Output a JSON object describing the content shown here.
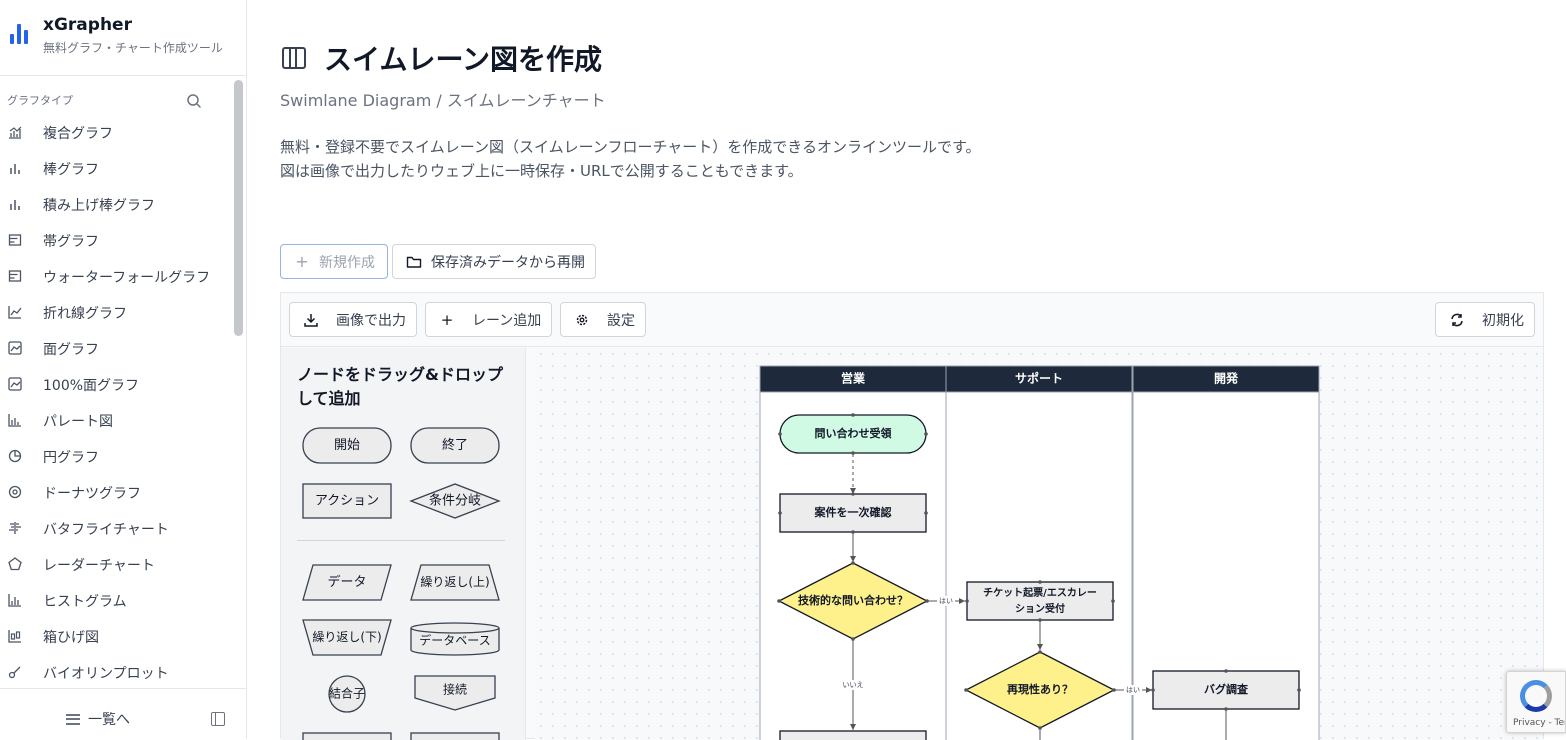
{
  "brand": {
    "title": "xGrapher",
    "subtitle": "無料グラフ・チャート作成ツール"
  },
  "sidebar": {
    "section_label": "グラフタイプ",
    "items": [
      {
        "label": "複合グラフ",
        "icon": "combo-chart-icon"
      },
      {
        "label": "棒グラフ",
        "icon": "bar-chart-icon"
      },
      {
        "label": "積み上げ棒グラフ",
        "icon": "stacked-bar-icon"
      },
      {
        "label": "帯グラフ",
        "icon": "band-chart-icon"
      },
      {
        "label": "ウォーターフォールグラフ",
        "icon": "waterfall-icon"
      },
      {
        "label": "折れ線グラフ",
        "icon": "line-chart-icon"
      },
      {
        "label": "面グラフ",
        "icon": "area-chart-icon"
      },
      {
        "label": "100%面グラフ",
        "icon": "area-100-icon"
      },
      {
        "label": "パレート図",
        "icon": "pareto-icon"
      },
      {
        "label": "円グラフ",
        "icon": "pie-chart-icon"
      },
      {
        "label": "ドーナツグラフ",
        "icon": "donut-chart-icon"
      },
      {
        "label": "バタフライチャート",
        "icon": "butterfly-chart-icon"
      },
      {
        "label": "レーダーチャート",
        "icon": "radar-chart-icon"
      },
      {
        "label": "ヒストグラム",
        "icon": "histogram-icon"
      },
      {
        "label": "箱ひげ図",
        "icon": "boxplot-icon"
      },
      {
        "label": "バイオリンプロット",
        "icon": "violin-plot-icon"
      }
    ],
    "footer_label": "一覧へ"
  },
  "page": {
    "title": "スイムレーン図を作成",
    "subtitle": "Swimlane Diagram / スイムレーンチャート",
    "description_line1": "無料・登録不要でスイムレーン図（スイムレーンフローチャート）を作成できるオンラインツールです。",
    "description_line2": "図は画像で出力したりウェブ上に一時保存・URLで公開することもできます。"
  },
  "actions": {
    "new_label": "新規作成",
    "resume_label": "保存済みデータから再開"
  },
  "toolbar": {
    "export_label": "画像で出力",
    "add_lane_label": "レーン追加",
    "settings_label": "設定",
    "reset_label": "初期化"
  },
  "palette": {
    "title": "ノードをドラッグ&ドロップして追加",
    "shapes": [
      "開始",
      "終了",
      "アクション",
      "条件分岐",
      "データ",
      "繰り返し(上)",
      "繰り返し(下)",
      "データベース",
      "結合子",
      "接続"
    ]
  },
  "diagram": {
    "lanes": [
      "営業",
      "サポート",
      "開発"
    ],
    "nodes": [
      "問い合わせ受領",
      "案件を一次確認",
      "技術的な問い合わせ？",
      "チケット起票/エスカレー",
      "ション受付",
      "再現性あり？",
      "バグ調査"
    ],
    "edge_labels": {
      "yes1": "はい",
      "no1": "いいえ",
      "yes2": "はい"
    },
    "colors": {
      "lane_header": "#1e293b",
      "start_node": "#d1fae5",
      "decision": "#fef08a",
      "process": "#ececec"
    }
  },
  "recaptcha": {
    "text": "Privacy - Terms"
  }
}
